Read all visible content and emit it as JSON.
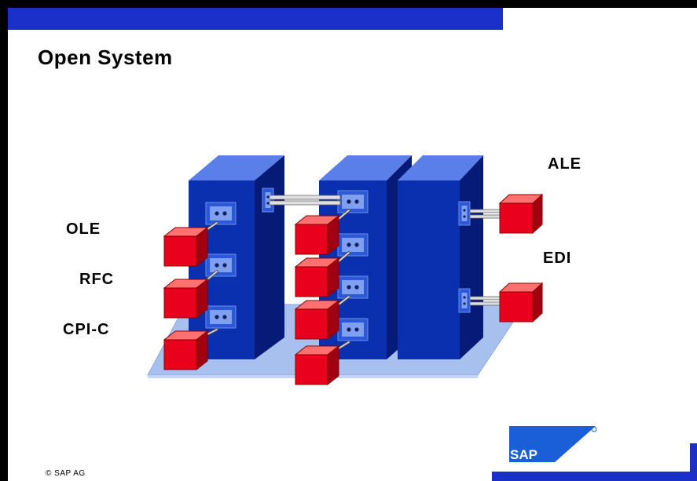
{
  "slide": {
    "title": "Open System"
  },
  "labels": {
    "ole": "OLE",
    "rfc": "RFC",
    "cpic": "CPI-C",
    "ale": "ALE",
    "edi": "EDI"
  },
  "footer": {
    "copyright": "© SAP AG"
  },
  "logo": {
    "text": "SAP"
  },
  "colors": {
    "brand_blue": "#1a30c8",
    "module_blue": "#0a30b0",
    "connector_red": "#e8001c",
    "base_plate": "#a8c0ee"
  }
}
